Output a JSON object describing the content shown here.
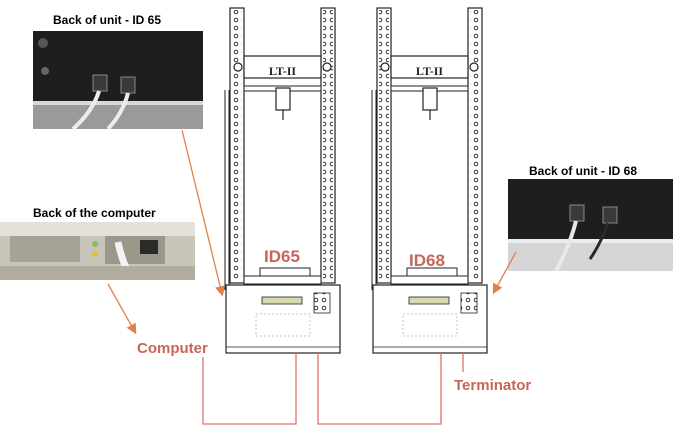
{
  "captions": {
    "back_unit_65": "Back of unit - ID 65",
    "back_computer": "Back of the computer",
    "back_unit_68": "Back of unit - ID 68"
  },
  "labels": {
    "computer": "Computer",
    "terminator": "Terminator",
    "id65": "ID65",
    "id68": "ID68"
  },
  "frame_label": "LT-II",
  "colors": {
    "wire": "#e07070",
    "label_red": "#c8645a",
    "arrow": "#e0804a",
    "frame": "#222222"
  }
}
